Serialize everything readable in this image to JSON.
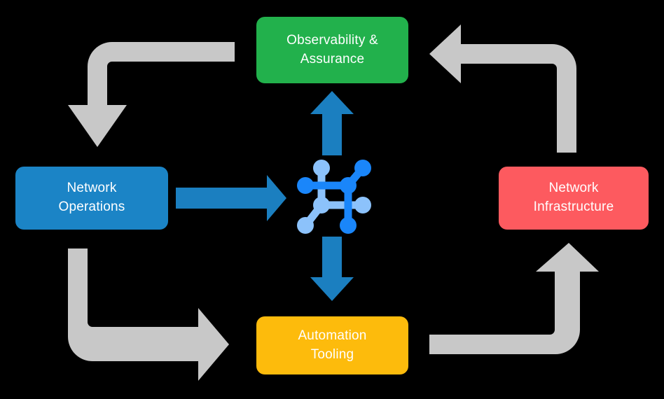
{
  "diagram": {
    "title": "Network automation closed-loop diagram",
    "background_color": "#000000",
    "nodes": [
      {
        "id": "observability",
        "label": "Observability &\nAssurance",
        "color": "#22b14c",
        "text_color": "#ffffff",
        "position": "top"
      },
      {
        "id": "network-operations",
        "label": "Network\nOperations",
        "color": "#1b84c6",
        "text_color": "#ffffff",
        "position": "left"
      },
      {
        "id": "network-infrastructure",
        "label": "Network\nInfrastructure",
        "color": "#fd5a5f",
        "text_color": "#ffffff",
        "position": "right"
      },
      {
        "id": "automation-tooling",
        "label": "Automation\nTooling",
        "color": "#fdbb0c",
        "text_color": "#ffffff",
        "position": "bottom"
      }
    ],
    "hub": {
      "name": "network-topology-icon",
      "dark_color": "#1a86fa",
      "light_color": "#8cc2fb"
    },
    "connectors": [
      {
        "id": "ops-to-hub",
        "color": "#1b7fc0",
        "direction": "right",
        "style": "straight",
        "from": "network-operations",
        "to": "hub"
      },
      {
        "id": "hub-to-observability",
        "color": "#1b7fc0",
        "direction": "up",
        "style": "straight",
        "from": "hub",
        "to": "observability"
      },
      {
        "id": "hub-to-automation",
        "color": "#1b7fc0",
        "direction": "down",
        "style": "straight",
        "from": "hub",
        "to": "automation-tooling"
      },
      {
        "id": "observability-to-ops",
        "color": "#c8c8c8",
        "direction": "down",
        "style": "elbow",
        "from": "observability",
        "to": "network-operations"
      },
      {
        "id": "infrastructure-to-observability",
        "color": "#c8c8c8",
        "direction": "left",
        "style": "elbow",
        "from": "network-infrastructure",
        "to": "observability"
      },
      {
        "id": "ops-to-automation",
        "color": "#c8c8c8",
        "direction": "right",
        "style": "elbow",
        "from": "network-operations",
        "to": "automation-tooling"
      },
      {
        "id": "automation-to-infrastructure",
        "color": "#c8c8c8",
        "direction": "up",
        "style": "elbow",
        "from": "automation-tooling",
        "to": "network-infrastructure"
      }
    ]
  }
}
